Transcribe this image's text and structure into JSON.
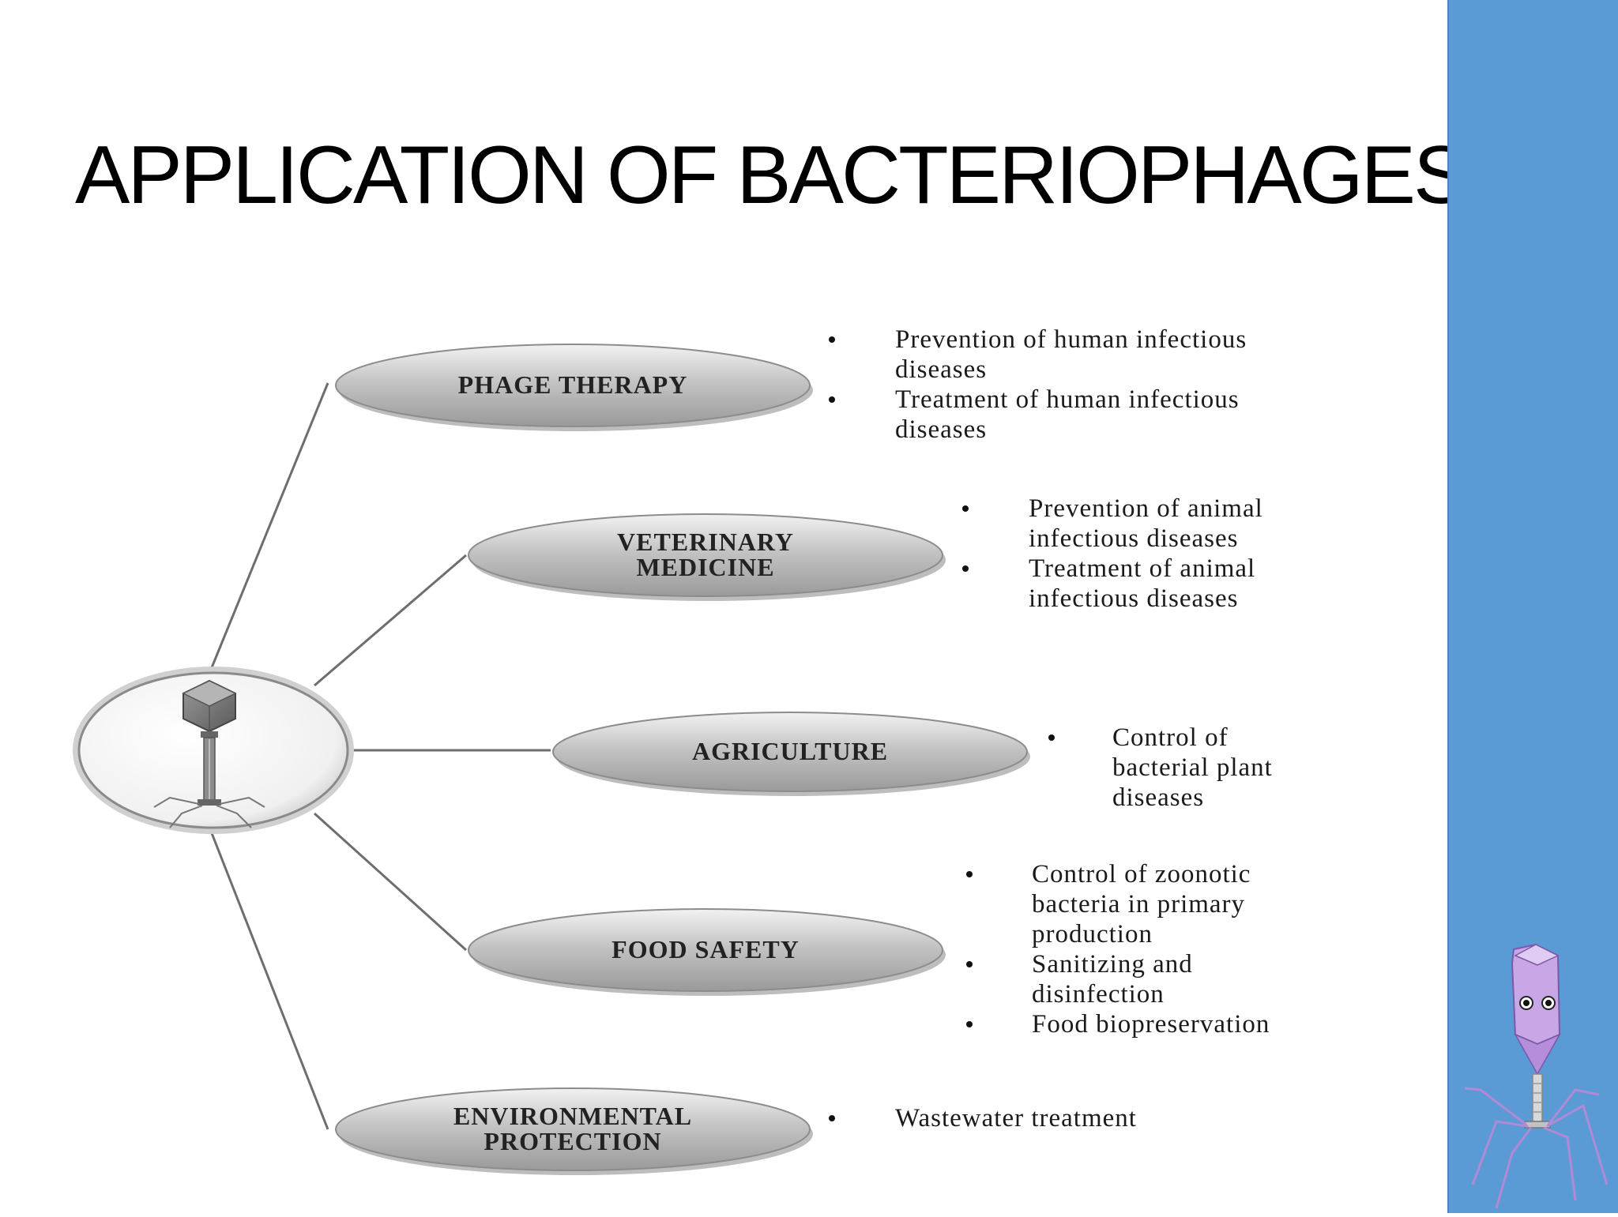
{
  "title": "APPLICATION OF BACTERIOPHAGES",
  "branches": [
    {
      "label_lines": [
        "PHAGE THERAPY"
      ],
      "bullets": [
        [
          "Prevention of human  infectious",
          "diseases"
        ],
        [
          "Treatment  of human  infectious",
          "diseases"
        ]
      ]
    },
    {
      "label_lines": [
        "VETERINARY",
        "MEDICINE"
      ],
      "bullets": [
        [
          "Prevention of animal",
          "infectious diseases"
        ],
        [
          "Treatment  of animal",
          "infectious diseases"
        ]
      ]
    },
    {
      "label_lines": [
        "AGRICULTURE"
      ],
      "bullets": [
        [
          "Control of",
          "bacterial plant",
          "diseases"
        ]
      ]
    },
    {
      "label_lines": [
        "FOOD SAFETY"
      ],
      "bullets": [
        [
          "Control of zoonotic",
          "bacteria in primary",
          "production"
        ],
        [
          "Sanitizing  and",
          "disinfection"
        ],
        [
          "Food biopreservation"
        ]
      ]
    },
    {
      "label_lines": [
        "ENVIRONMENTAL",
        "PROTECTION"
      ],
      "bullets": [
        [
          "Wastewater  treatment"
        ]
      ]
    }
  ],
  "icons": {
    "hub": "bacteriophage-icon",
    "mascot": "bacteriophage-mascot-icon"
  },
  "colors": {
    "side_panel": "#5b9bd5",
    "pill_fill": "#c8c8c8",
    "connector": "#6e6e6e"
  }
}
